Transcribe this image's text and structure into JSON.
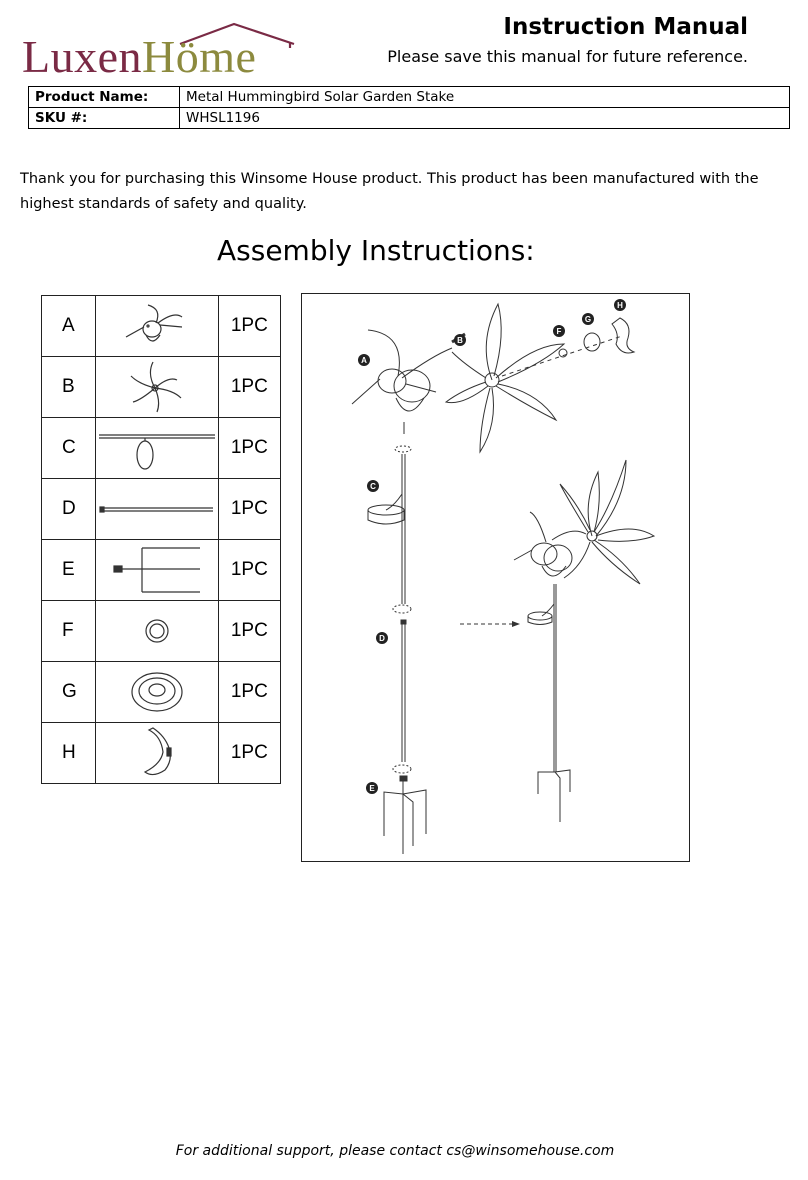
{
  "logo": {
    "part1": "Luxen",
    "part2": "Höme"
  },
  "header": {
    "title": "Instruction Manual",
    "subtitle": "Please save this manual for future reference."
  },
  "product": {
    "name_label": "Product Name:",
    "name_value": "Metal Hummingbird Solar Garden Stake",
    "sku_label": "SKU #:",
    "sku_value": "WHSL1196"
  },
  "intro": "Thank you for purchasing this Winsome House product. This product has been manufactured with the highest standards of safety and quality.",
  "assembly_heading": "Assembly Instructions:",
  "parts": [
    {
      "letter": "A",
      "qty": "1PC",
      "icon": "hummingbird-icon"
    },
    {
      "letter": "B",
      "qty": "1PC",
      "icon": "pinwheel-icon"
    },
    {
      "letter": "C",
      "qty": "1PC",
      "icon": "solar-rod-icon"
    },
    {
      "letter": "D",
      "qty": "1PC",
      "icon": "rod-icon"
    },
    {
      "letter": "E",
      "qty": "1PC",
      "icon": "fork-stake-icon"
    },
    {
      "letter": "F",
      "qty": "1PC",
      "icon": "washer-icon"
    },
    {
      "letter": "G",
      "qty": "1PC",
      "icon": "disc-icon"
    },
    {
      "letter": "H",
      "qty": "1PC",
      "icon": "clip-icon"
    }
  ],
  "diagram_labels": [
    "A",
    "B",
    "C",
    "D",
    "E",
    "F",
    "G",
    "H"
  ],
  "footer": "For additional support, please contact cs@winsomehouse.com",
  "colors": {
    "logo_primary": "#7a2a45",
    "logo_secondary": "#8c8a3e"
  }
}
